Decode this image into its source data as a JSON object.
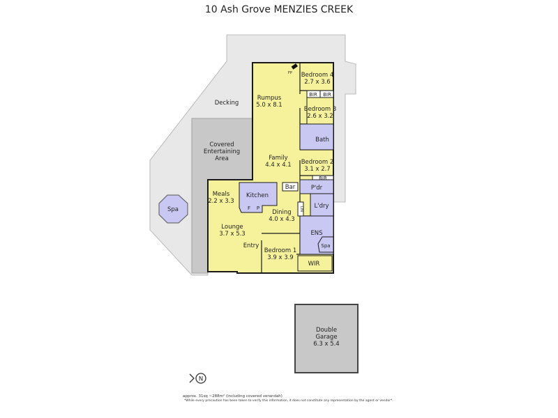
{
  "title": "10 Ash Grove MENZIES CREEK",
  "colors": {
    "living": "#f6f29c",
    "wet": "#c9c8f2",
    "decking": "#e8e8e8",
    "covered": "#c8c8c8",
    "wall": "#1a1a1a"
  },
  "rooms": {
    "decking": {
      "name": "Decking"
    },
    "covered": {
      "name": "Covered",
      "name2": "Entertaining",
      "name3": "Area"
    },
    "spa_outdoor": {
      "name": "Spa"
    },
    "rumpus": {
      "name": "Rumpus",
      "size": "5.0 x 8.1"
    },
    "fp": {
      "name": "FP"
    },
    "bedroom4": {
      "name": "Bedroom 4",
      "size": "2.7 x 3.6"
    },
    "bir1": {
      "name": "BIR"
    },
    "bir2": {
      "name": "BIR"
    },
    "bedroom3": {
      "name": "Bedroom 3",
      "size": "2.6 x 3.2"
    },
    "bath": {
      "name": "Bath"
    },
    "family": {
      "name": "Family",
      "size": "4.4 x 4.1"
    },
    "bedroom2": {
      "name": "Bedroom 2",
      "size": "3.1 x 2.7"
    },
    "bir3": {
      "name": "BIR"
    },
    "meals": {
      "name": "Meals",
      "size": "2.2 x 3.3"
    },
    "kitchen": {
      "name": "Kitchen"
    },
    "fridge": {
      "name": "F"
    },
    "pantry": {
      "name": "P"
    },
    "bar": {
      "name": "Bar"
    },
    "pdr": {
      "name": "P'dr"
    },
    "lin": {
      "name": "LIN"
    },
    "ldry": {
      "name": "L'dry"
    },
    "dining": {
      "name": "Dining",
      "size": "4.0 x 4.3"
    },
    "lounge": {
      "name": "Lounge",
      "size": "3.7 x 5.3"
    },
    "ens": {
      "name": "ENS"
    },
    "spa_ens": {
      "name": "Spa"
    },
    "entry": {
      "name": "Entry"
    },
    "bedroom1": {
      "name": "Bedroom 1",
      "size": "3.9 x 3.9"
    },
    "wir": {
      "name": "WIR"
    },
    "garage": {
      "name": "Double",
      "name2": "Garage",
      "size": "6.3 x 5.4"
    }
  },
  "compass": {
    "label": "N"
  },
  "footer": {
    "area": "approx. 31sq ~288m² (including covered verandah)",
    "disclaimer": "*While every precaution has been taken to verify this information, it does not constitute any representation by the agent or vendor*."
  }
}
